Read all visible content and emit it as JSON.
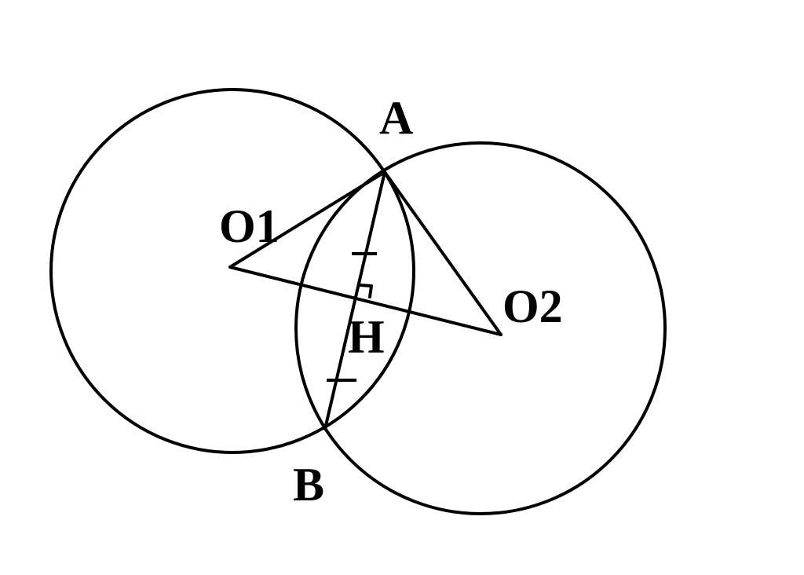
{
  "labels": {
    "A": "A",
    "B": "B",
    "H": "H",
    "O1": "O1",
    "O2": "O2"
  },
  "colors": {
    "stroke": "#000000",
    "background": "#ffffff"
  }
}
